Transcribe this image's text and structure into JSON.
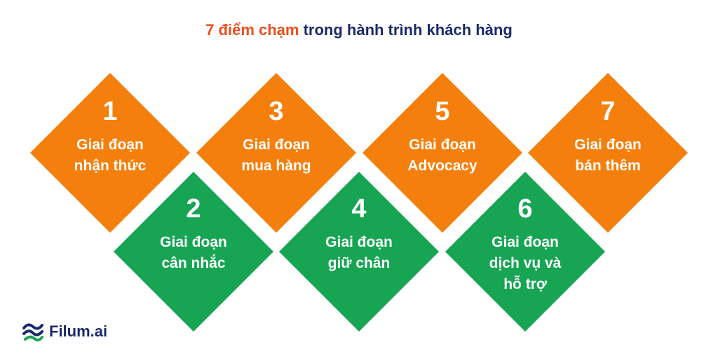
{
  "title": {
    "highlight": "7 điểm chạm",
    "rest": " trong hành trình khách hàng"
  },
  "colors": {
    "orange": "#f57f0c",
    "green": "#17a554",
    "title_highlight": "#e8501e",
    "title_rest": "#1b2a6b"
  },
  "stages": [
    {
      "number": "1",
      "line1": "Giai đoạn",
      "line2": "nhận thức",
      "line3": "",
      "color": "orange"
    },
    {
      "number": "2",
      "line1": "Giai đoạn",
      "line2": "cân nhắc",
      "line3": "",
      "color": "green"
    },
    {
      "number": "3",
      "line1": "Giai đoạn",
      "line2": "mua hàng",
      "line3": "",
      "color": "orange"
    },
    {
      "number": "4",
      "line1": "Giai đoạn",
      "line2": "giữ chân",
      "line3": "",
      "color": "green"
    },
    {
      "number": "5",
      "line1": "Giai đoạn",
      "line2": "Advocacy",
      "line3": "",
      "color": "orange"
    },
    {
      "number": "6",
      "line1": "Giai đoạn",
      "line2": "dịch vụ và",
      "line3": "hỗ trợ",
      "color": "green"
    },
    {
      "number": "7",
      "line1": "Giai đoạn",
      "line2": "bán thêm",
      "line3": "",
      "color": "orange"
    }
  ],
  "logo": {
    "text": "Filum.ai",
    "icon": "filum-logo-icon"
  }
}
